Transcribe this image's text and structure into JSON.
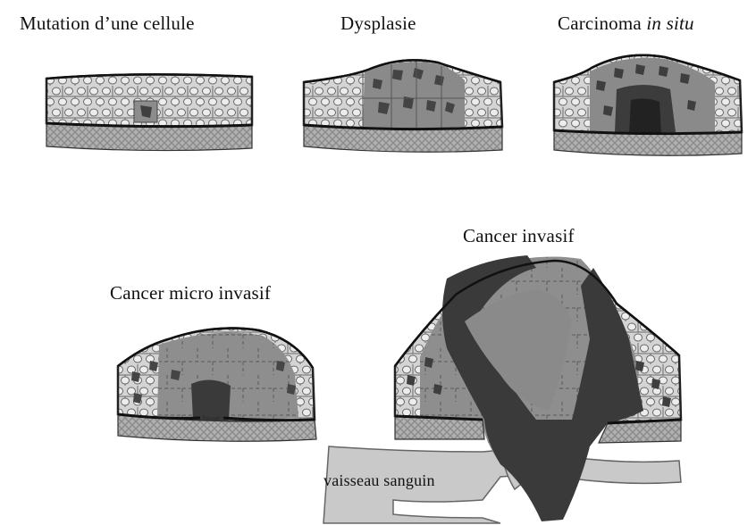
{
  "stages": [
    {
      "id": "mutation",
      "label": "Mutation d’une cellule"
    },
    {
      "id": "dysplasia",
      "label": "Dysplasie"
    },
    {
      "id": "in-situ",
      "label": "Carcinoma ",
      "label_italic": "in situ"
    },
    {
      "id": "invasive",
      "label": "Cancer invasif"
    },
    {
      "id": "micro-invasive",
      "label": "Cancer micro invasif"
    }
  ],
  "vessel_label": "vaisseau sanguin",
  "colors": {
    "cell_fill": "#d2d2d2",
    "cell_outline": "#555555",
    "nucleus_normal": "#b8b8b8",
    "nucleus_abnormal": "#4a4a4a",
    "tumor_mid": "#8c8c8c",
    "tumor_dark": "#3a3a3a",
    "basement_membrane": "#1a1a1a",
    "stroma": "#a9a9a9",
    "vessel": "#c8c8c8"
  }
}
